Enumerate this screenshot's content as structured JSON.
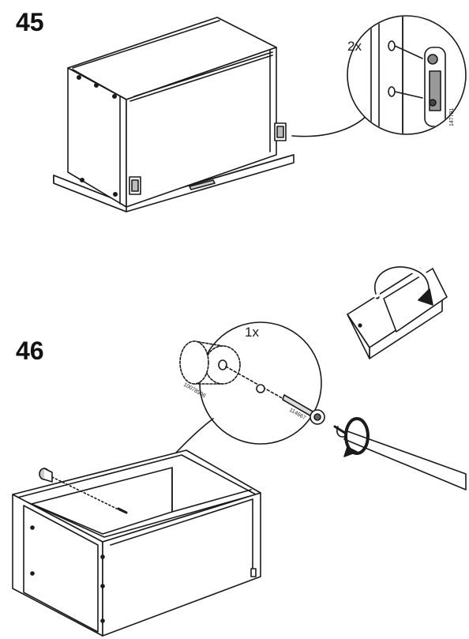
{
  "steps": [
    {
      "number": "45",
      "quantity": "2x",
      "part_number": "147791"
    },
    {
      "number": "46",
      "quantity": "1x",
      "part_numbers": [
        "10078906",
        "114667"
      ]
    }
  ]
}
